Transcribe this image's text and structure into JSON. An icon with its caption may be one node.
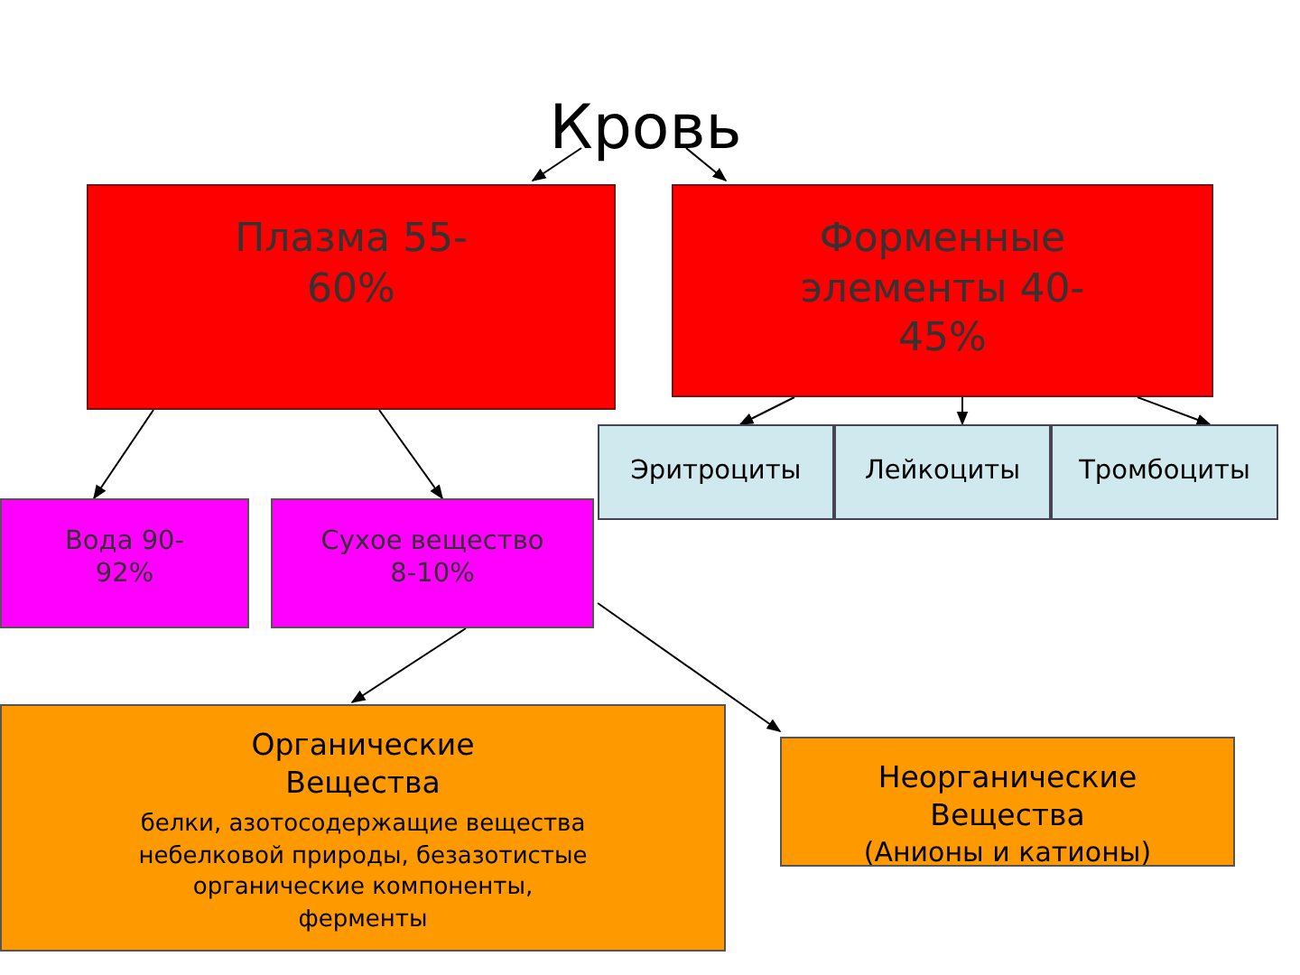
{
  "diagram": {
    "nodes": [
      {
        "text": [
          "Кровь"
        ]
      },
      {
        "text": [
          "Плазма 55-60%"
        ]
      },
      {
        "text": [
          "Форменные элементы 40-45%"
        ]
      },
      {
        "text": [
          "Эритроциты"
        ]
      },
      {
        "text": [
          "Лейкоциты"
        ]
      },
      {
        "text": [
          "Тромбоциты"
        ]
      },
      {
        "text": [
          "Вода 90-92%"
        ]
      },
      {
        "text": [
          "Сухое вещество 8-10%"
        ]
      },
      {
        "text": [
          "Органические Вещества",
          "белки, азотосодержащие вещества небелковой природы, безазотистые органические компоненты, ферменты"
        ]
      },
      {
        "text": [
          "Неорганические Вещества",
          "(Анионы и катионы)"
        ]
      }
    ],
    "edges": [
      {
        "from": 0,
        "to": 1,
        "arrow": "to"
      },
      {
        "from": 0,
        "to": 2,
        "arrow": "to"
      },
      {
        "from": 1,
        "to": 6,
        "arrow": "to"
      },
      {
        "from": 1,
        "to": 7,
        "arrow": "to"
      },
      {
        "from": 2,
        "to": 3,
        "arrow": "to"
      },
      {
        "from": 2,
        "to": 4,
        "arrow": "to"
      },
      {
        "from": 2,
        "to": 5,
        "arrow": "to"
      },
      {
        "from": 7,
        "to": 8,
        "arrow": "to"
      },
      {
        "from": 7,
        "to": 9,
        "arrow": "to"
      }
    ]
  }
}
